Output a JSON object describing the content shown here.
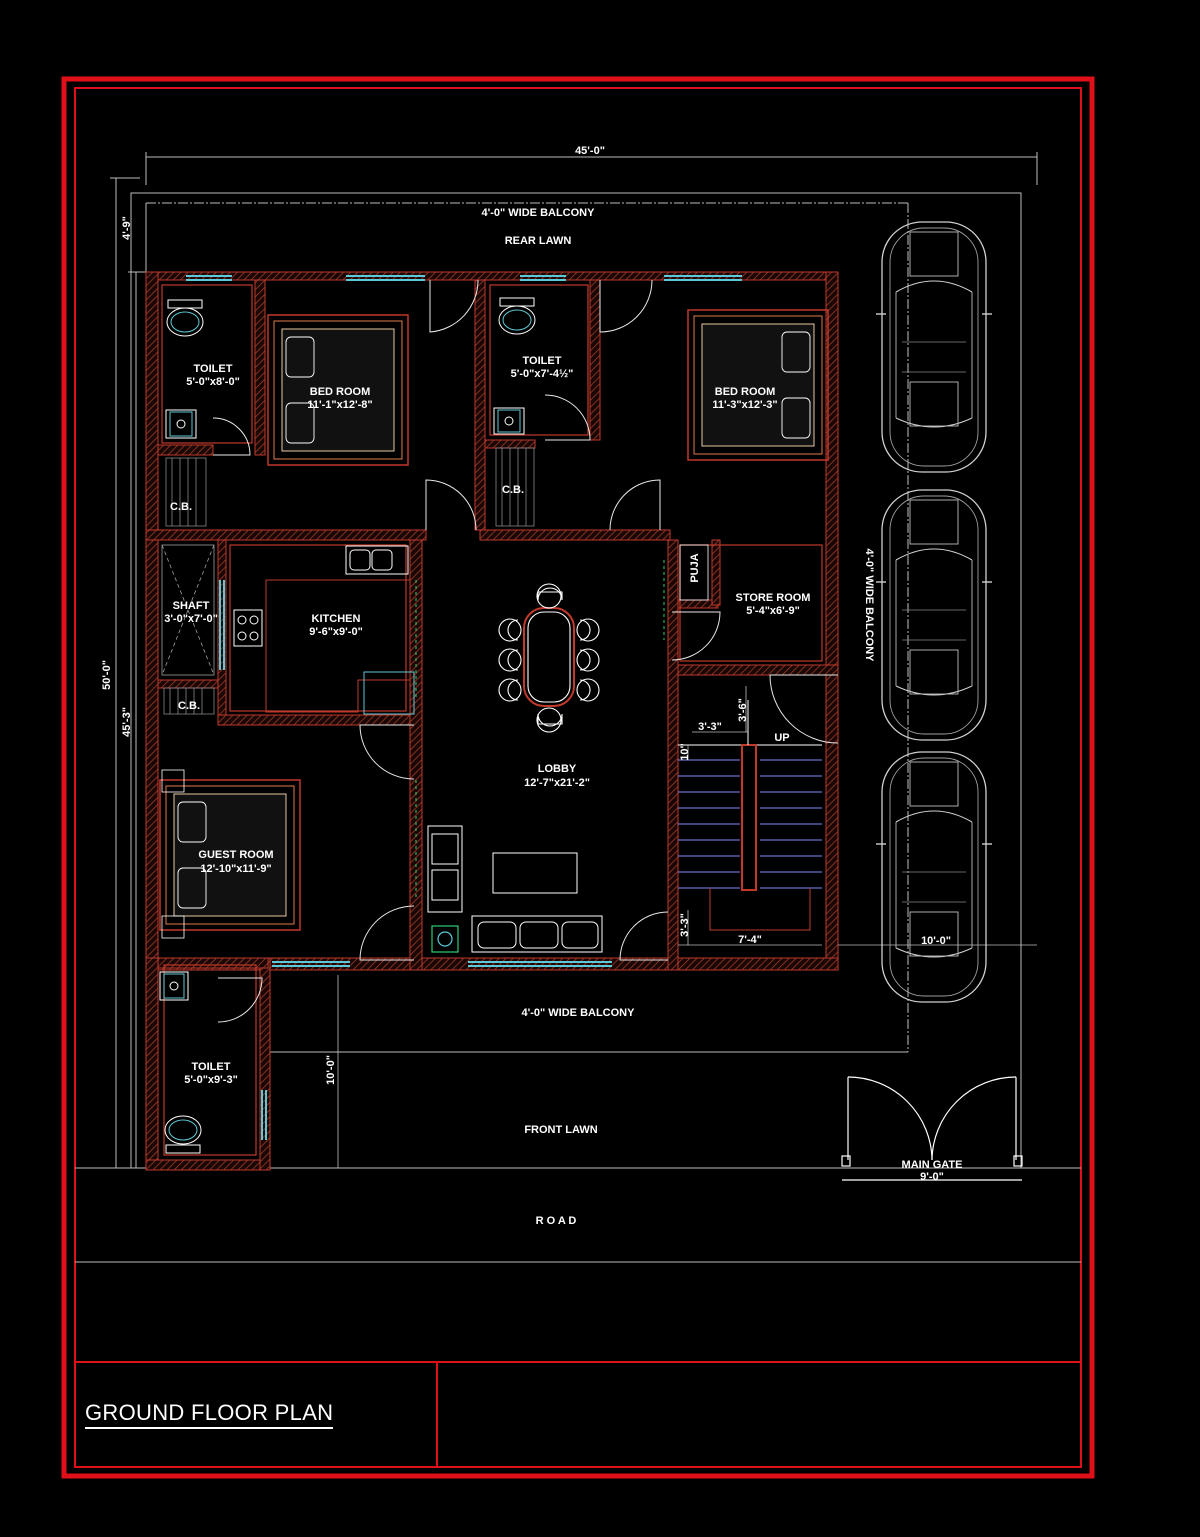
{
  "title": "GROUND FLOOR PLAN",
  "colors": {
    "background": "#000000",
    "border": "#e0101a",
    "wall": "#c0392b",
    "hatch": "#8a3a2a",
    "text": "#ffffff",
    "window": "#5ec9d6",
    "line": "#bdbdbd",
    "stair": "#7f8cff"
  },
  "dimensions": {
    "overall_width": "45'-0\"",
    "overall_depth": "50'-0\"",
    "built_depth": "45'-3\"",
    "rear_setback": "4'-9\"",
    "front_setback": "10'-0\"",
    "parking_width": "10'-0\"",
    "stair_width": "7'-4\"",
    "stair_landing_a": "3'-3\"",
    "stair_landing_b": "3'-6\"",
    "stair_landing_c": "3'-3\"",
    "stair_riser": "10\""
  },
  "rooms": {
    "toilet_1": {
      "name": "TOILET",
      "size": "5'-0\"x8'-0\""
    },
    "bed_1": {
      "name": "BED ROOM",
      "size": "11'-1\"x12'-8\""
    },
    "toilet_2": {
      "name": "TOILET",
      "size": "5'-0\"x7'-4½\""
    },
    "bed_2": {
      "name": "BED ROOM",
      "size": "11'-3\"x12'-3\""
    },
    "cb_1": {
      "name": "C.B."
    },
    "cb_2": {
      "name": "C.B."
    },
    "cb_3": {
      "name": "C.B."
    },
    "shaft": {
      "name": "SHAFT",
      "size": "3'-0\"x7'-0\""
    },
    "kitchen": {
      "name": "KITCHEN",
      "size": "9'-6\"x9'-0\""
    },
    "puja": {
      "name": "PUJA"
    },
    "store": {
      "name": "STORE ROOM",
      "size": "5'-4\"x6'-9\""
    },
    "lobby": {
      "name": "LOBBY",
      "size": "12'-7\"x21'-2\""
    },
    "guest": {
      "name": "GUEST ROOM",
      "size": "12'-10\"x11'-9\""
    },
    "toilet_3": {
      "name": "TOILET",
      "size": "5'-0\"x9'-3\""
    }
  },
  "labels": {
    "rear_balcony": "4'-0\" WIDE BALCONY",
    "rear_lawn": "REAR LAWN",
    "side_balcony": "4'-0\" WIDE BALCONY",
    "front_balcony": "4'-0\" WIDE BALCONY",
    "front_lawn": "FRONT LAWN",
    "main_gate": "MAIN GATE",
    "main_gate_size": "9'-0\"",
    "road": "R O A D",
    "stair_up": "UP"
  }
}
